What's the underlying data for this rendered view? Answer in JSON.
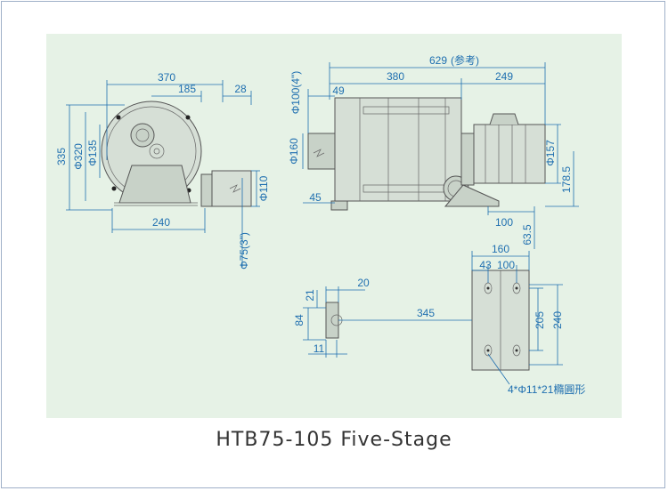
{
  "caption": "HTB75-105 Five-Stage",
  "front_view": {
    "width_overall": "370",
    "width_half": "185",
    "outlet_offset": "28",
    "height_overall": "335",
    "dia_casing": "Φ320",
    "dia_inlet": "Φ135",
    "base_width": "240",
    "outlet_dia": "Φ110",
    "outlet_size": "Φ75(3\")"
  },
  "side_view": {
    "length_overall": "629",
    "length_overall_note": "(参考)",
    "length_body": "380",
    "length_motor": "249",
    "inlet_size": "Φ100(4\")",
    "flange_offset": "49",
    "dia_inlet_flange": "Φ160",
    "base_offset": "45",
    "motor_dia": "Φ157",
    "center_height": "178.5",
    "foot_length": "100",
    "foot_height": "63.5"
  },
  "base_view": {
    "foot_width": "160",
    "hole_x1": "43",
    "hole_x2": "100",
    "hole_pitch_y": "205",
    "foot_depth": "240",
    "span": "345",
    "flange_w": "20",
    "flange_h1": "21",
    "flange_h2": "84",
    "flange_h3": "11",
    "hole_note": "4*Φ11*21橢圓形"
  }
}
